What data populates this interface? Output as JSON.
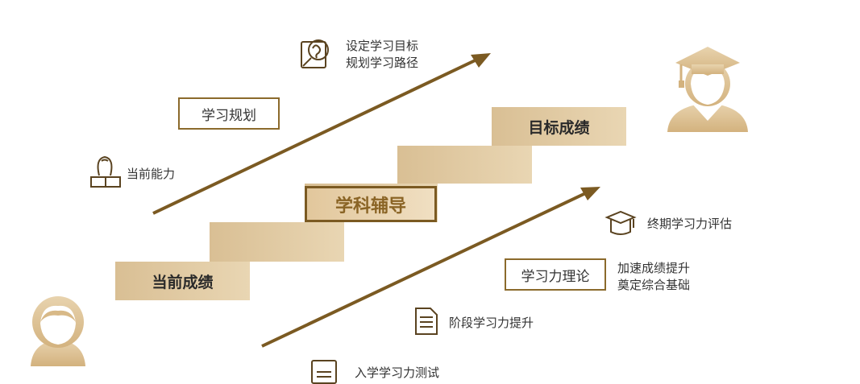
{
  "steps": {
    "current": "当前成绩",
    "tutoring": "学科辅导",
    "target": "目标成绩"
  },
  "labels": {
    "study_plan": "学习规划",
    "learning_theory": "学习力理论"
  },
  "notes": {
    "current_ability": "当前能力",
    "goal_line1": "设定学习目标",
    "goal_line2": "规划学习路径",
    "final_eval": "终期学习力评估",
    "improve_line1": "加速成绩提升",
    "improve_line2": "奠定综合基础",
    "stage": "阶段学习力提升",
    "entry": "入学学习力测试"
  },
  "colors": {
    "accent": "#7b5a22",
    "step_gold": "#dcc398",
    "icon_gold": "#d8b987"
  },
  "icons": [
    "person-icon",
    "graduate-icon",
    "search-brain-icon",
    "reader-icon",
    "mortarboard-icon",
    "document-icon",
    "book-icon"
  ]
}
